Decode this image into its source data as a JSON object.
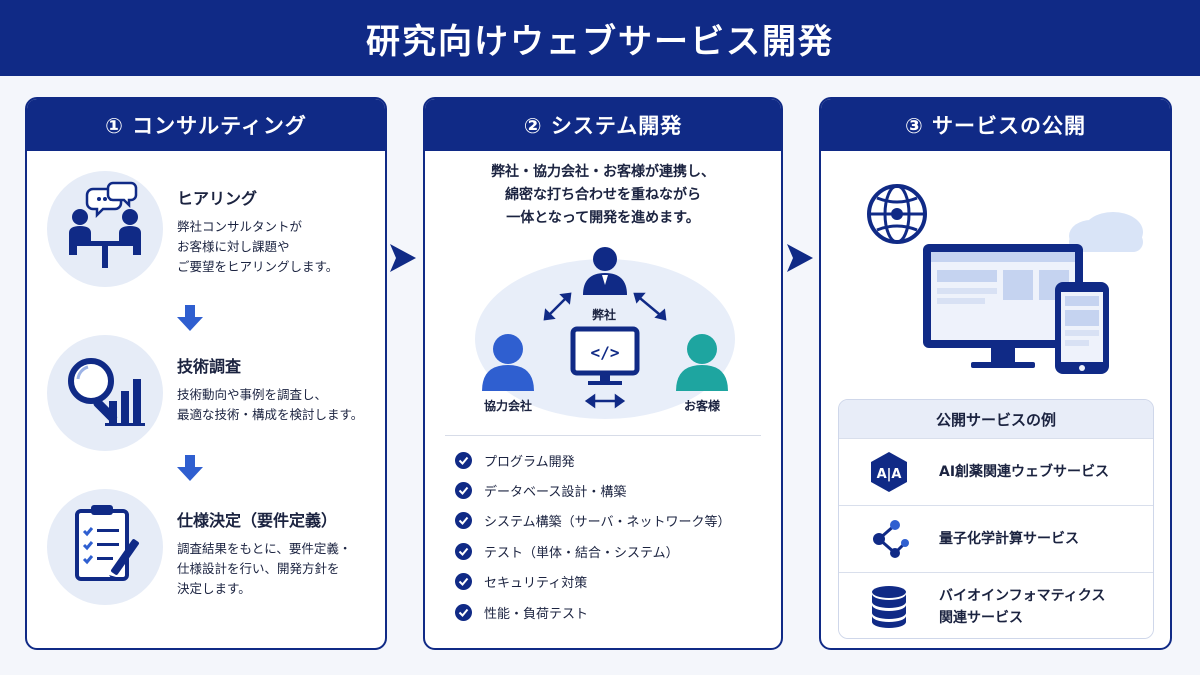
{
  "title": "研究向けウェブサービス開発",
  "colors": {
    "navy": "#102a86",
    "blue": "#2f5fd0",
    "teal": "#1ea5a0",
    "light": "#e6ecf7"
  },
  "panels": [
    {
      "heading": "① コンサルティング",
      "steps": [
        {
          "title": "ヒアリング",
          "body": [
            "弊社コンサルタントが",
            "お客様に対し課題や",
            "ご要望をヒアリングします。"
          ],
          "icon": "meeting-icon"
        },
        {
          "title": "技術調査",
          "body": [
            "技術動向や事例を調査し、",
            "最適な技術・構成を検討します。"
          ],
          "icon": "magnifier-chart-icon"
        },
        {
          "title": "仕様決定（要件定義）",
          "body": [
            "調査結果をもとに、要件定義・",
            "仕様設計を行い、開発方針を",
            "決定します。"
          ],
          "icon": "clipboard-icon"
        }
      ]
    },
    {
      "heading": "② システム開発",
      "intro": [
        "弊社・協力会社・お客様が連携し、",
        "綿密な打ち合わせを重ねながら",
        "一体となって開発を進めます。"
      ],
      "nodes": {
        "company": "弊社",
        "partner": "協力会社",
        "customer": "お客様"
      },
      "checklist": [
        "プログラム開発",
        "データベース設計・構築",
        "システム構築（サーバ・ネットワーク等）",
        "テスト（単体・結合・システム）",
        "セキュリティ対策",
        "性能・負荷テスト"
      ]
    },
    {
      "heading": "③ サービスの公開",
      "examples_heading": "公開サービスの例",
      "examples": [
        {
          "label": [
            "AI創薬関連ウェブサービス"
          ],
          "icon": "ai-icon"
        },
        {
          "label": [
            "量子化学計算サービス"
          ],
          "icon": "molecule-icon"
        },
        {
          "label": [
            "バイオインフォマティクス",
            "関連サービス"
          ],
          "icon": "database-icon"
        }
      ]
    }
  ]
}
